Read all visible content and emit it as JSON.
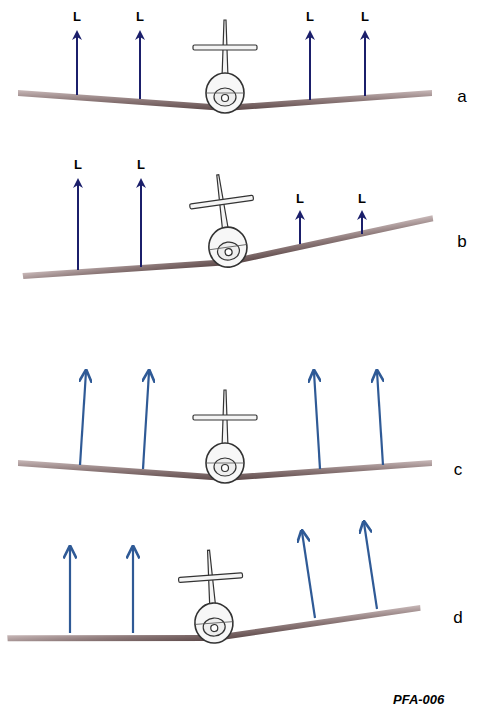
{
  "diagram": {
    "labels": [
      "L",
      "L",
      "L",
      "L",
      "a",
      "L",
      "L",
      "L",
      "L",
      "b",
      "c",
      "d",
      "PFA-006"
    ]
  }
}
